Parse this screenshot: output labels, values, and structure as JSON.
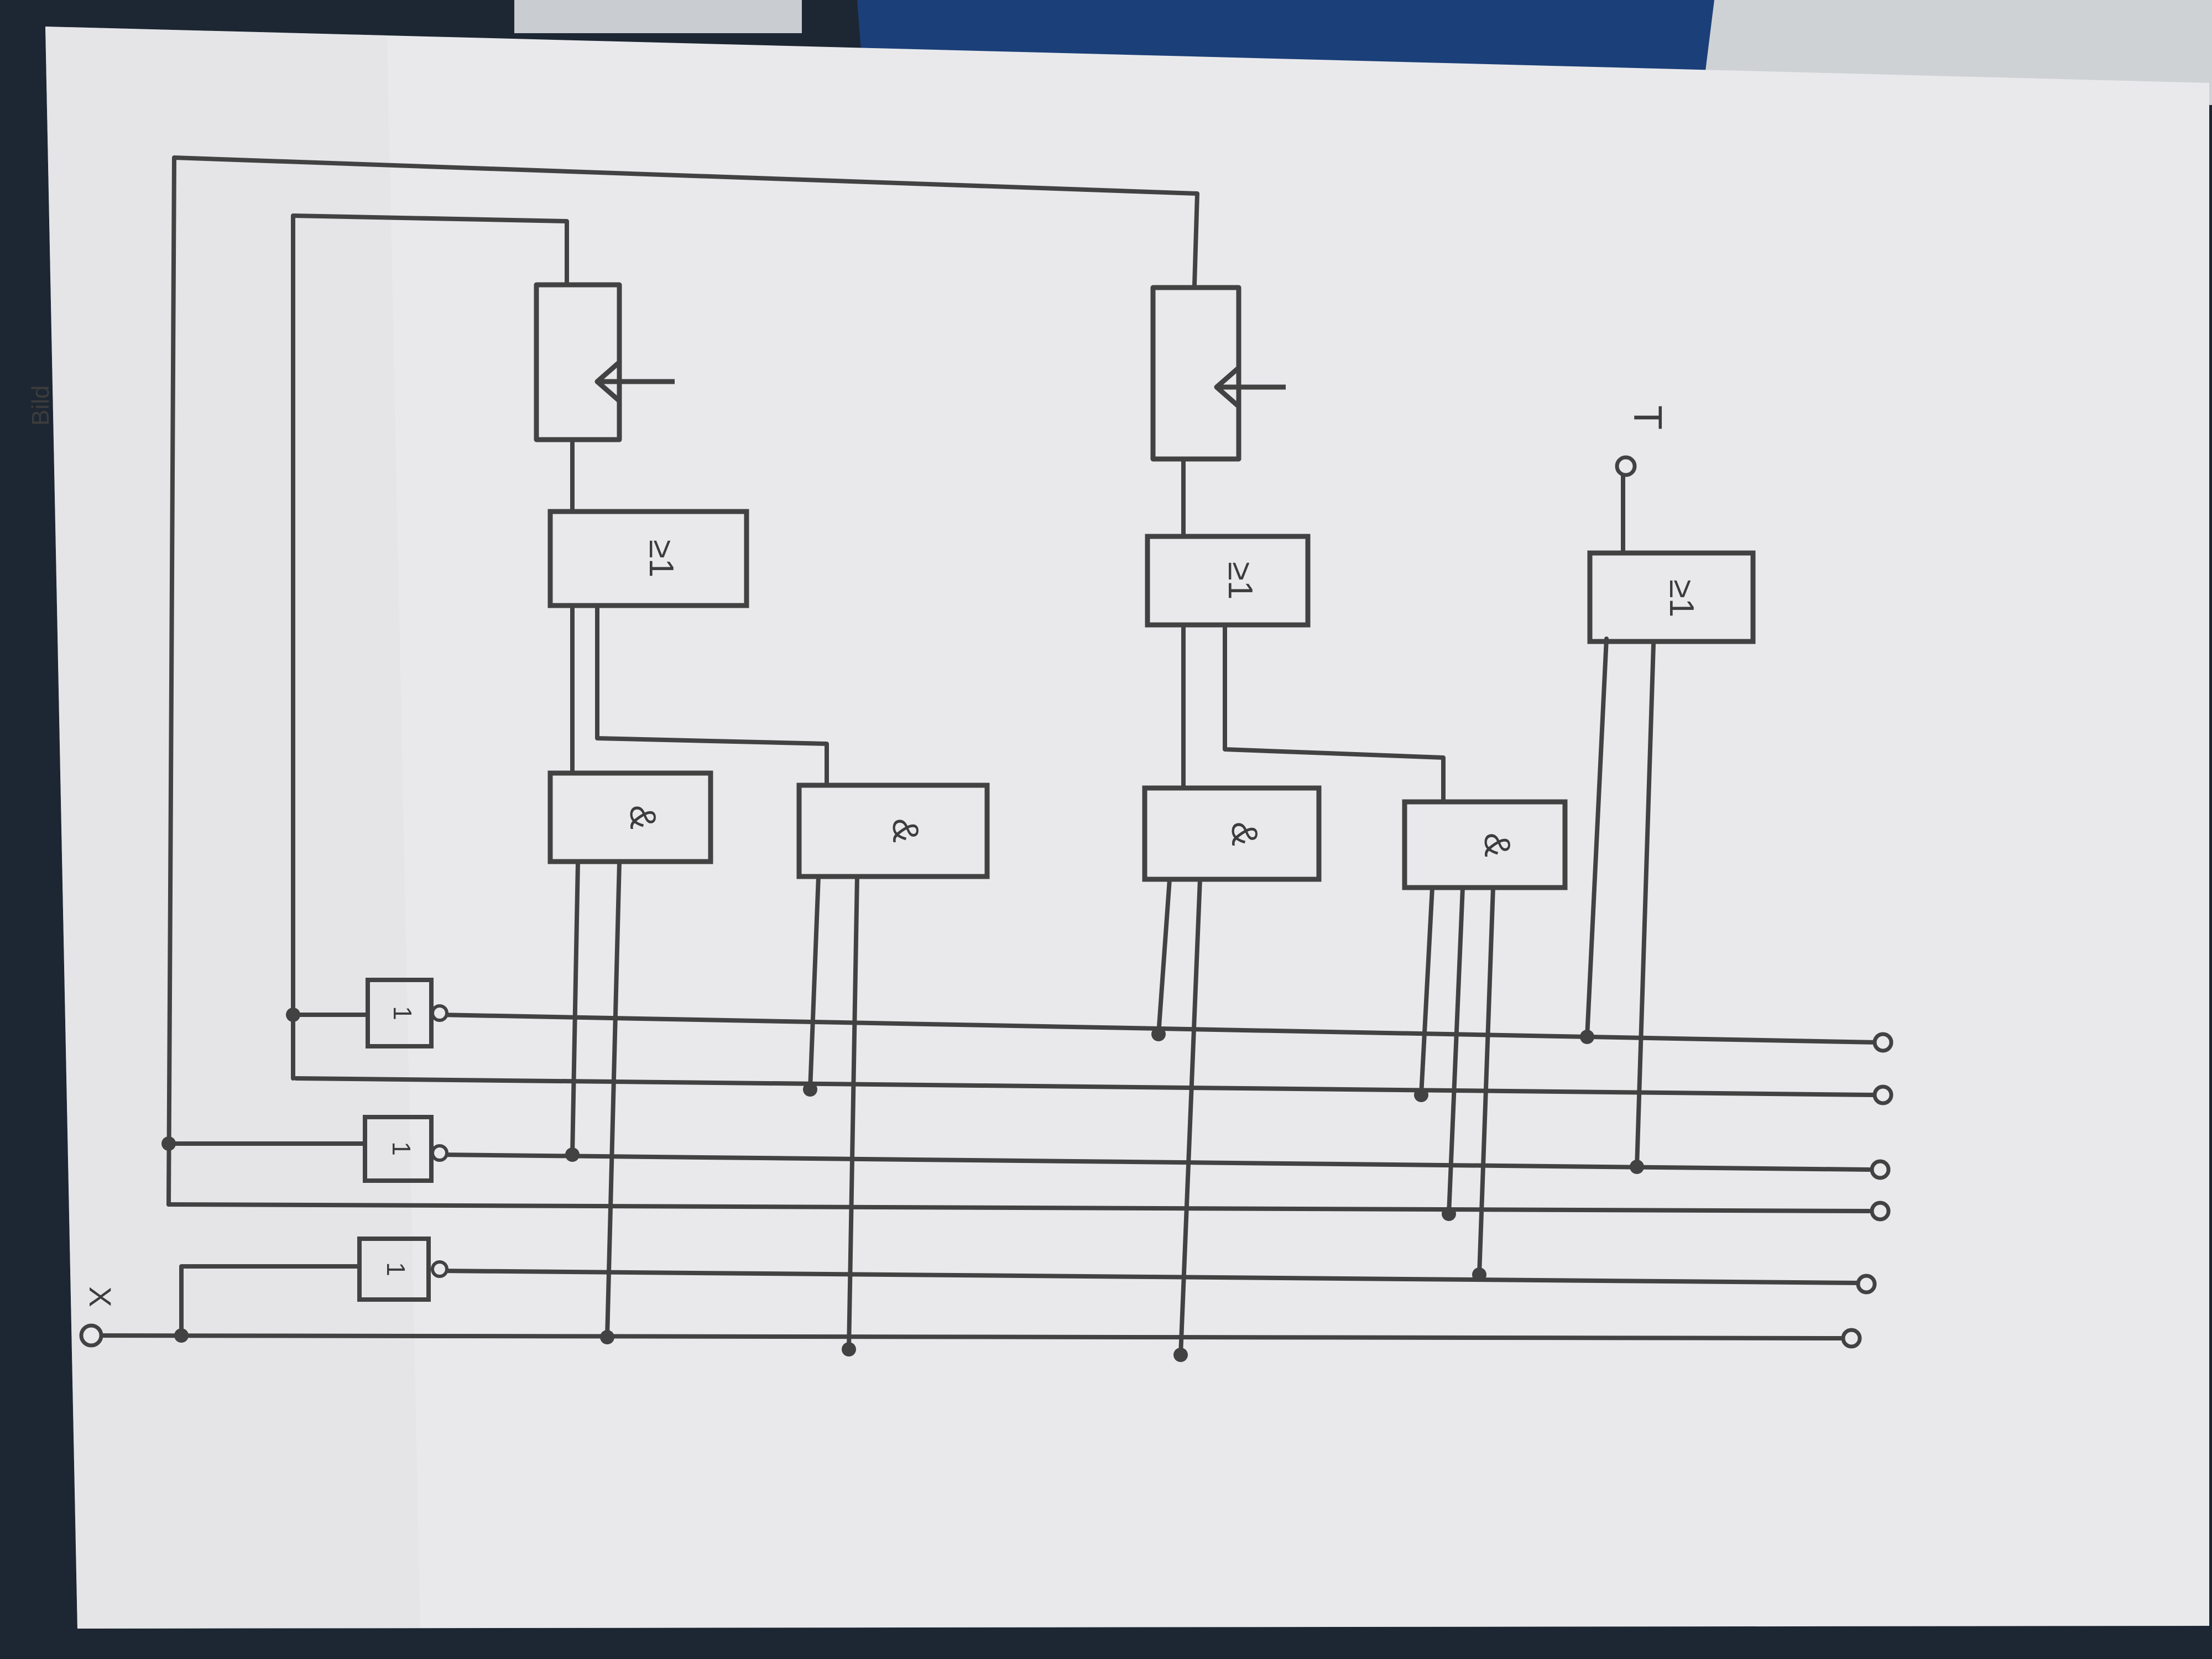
{
  "colors": {
    "paper": "#e9e9ec",
    "ink": "#424242",
    "desk": "#1d2733",
    "cloth": "#1b3f78"
  },
  "input": {
    "label": "X"
  },
  "output": {
    "label": "T"
  },
  "or_gate": {
    "label": "≥1"
  },
  "and_gate": {
    "label": "&"
  },
  "not_gate": {
    "label": "1"
  },
  "edge_note": {
    "text": "Bild"
  }
}
